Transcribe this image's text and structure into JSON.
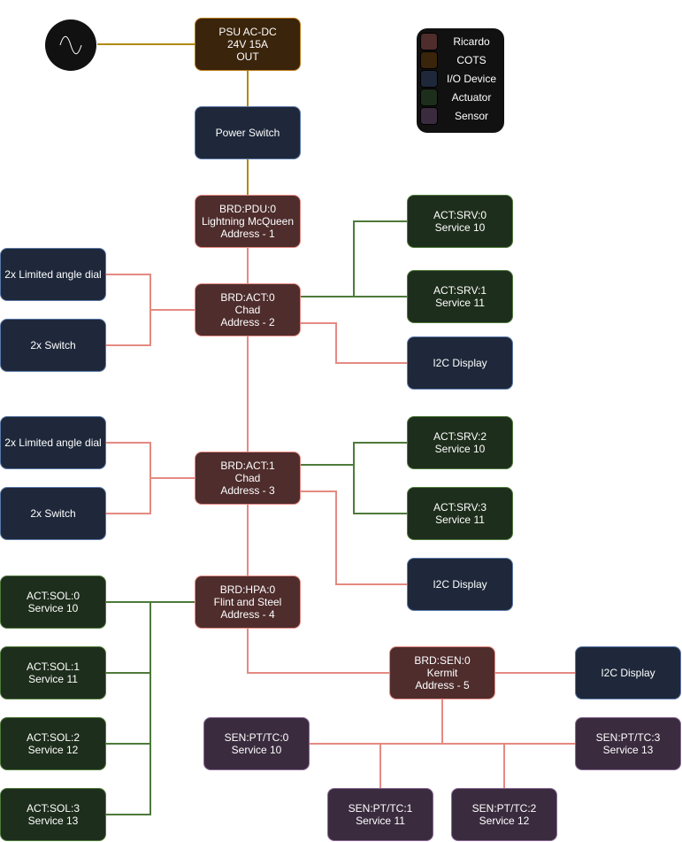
{
  "diagram": {
    "legend": [
      {
        "key": "ricardo",
        "label": "Ricardo"
      },
      {
        "key": "cots",
        "label": "COTS"
      },
      {
        "key": "io",
        "label": "I/O Device"
      },
      {
        "key": "actuator",
        "label": "Actuator"
      },
      {
        "key": "sensor",
        "label": "Sensor"
      }
    ],
    "colors": {
      "ricardo_fill": "#4f2d2d",
      "ricardo_border": "#e48a82",
      "cots_fill": "#3a240b",
      "cots_border": "#b87a1a",
      "io_fill": "#1e283a",
      "io_border": "#5a78a8",
      "actuator_fill": "#1e2e1c",
      "actuator_border": "#4e7a3a",
      "sensor_fill": "#3a2c3e",
      "sensor_border": "#8a6a96",
      "power_wire": "#b08a10",
      "can_wire": "#e48a82",
      "actuator_wire": "#4e7a3a"
    },
    "ac_source": {
      "icon": "sine-wave-icon"
    },
    "nodes": {
      "psu": {
        "type": "cots",
        "lines": [
          "PSU AC-DC",
          "24V 15A",
          "OUT"
        ]
      },
      "power_switch": {
        "type": "io",
        "lines": [
          "Power Switch"
        ]
      },
      "pdu": {
        "type": "ricardo",
        "lines": [
          "BRD:PDU:0",
          "Lightning McQueen",
          "Address - 1"
        ]
      },
      "act0": {
        "type": "ricardo",
        "lines": [
          "BRD:ACT:0",
          "Chad",
          "Address - 2"
        ]
      },
      "act0_dial": {
        "type": "io",
        "lines": [
          "2x Limited angle dial"
        ]
      },
      "act0_switch": {
        "type": "io",
        "lines": [
          "2x Switch"
        ]
      },
      "srv0": {
        "type": "actuator",
        "lines": [
          "ACT:SRV:0",
          "Service 10"
        ]
      },
      "srv1": {
        "type": "actuator",
        "lines": [
          "ACT:SRV:1",
          "Service 11"
        ]
      },
      "act0_display": {
        "type": "io",
        "lines": [
          "I2C Display"
        ]
      },
      "act1": {
        "type": "ricardo",
        "lines": [
          "BRD:ACT:1",
          "Chad",
          "Address - 3"
        ]
      },
      "act1_dial": {
        "type": "io",
        "lines": [
          "2x Limited angle dial"
        ]
      },
      "act1_switch": {
        "type": "io",
        "lines": [
          "2x Switch"
        ]
      },
      "srv2": {
        "type": "actuator",
        "lines": [
          "ACT:SRV:2",
          "Service 10"
        ]
      },
      "srv3": {
        "type": "actuator",
        "lines": [
          "ACT:SRV:3",
          "Service 11"
        ]
      },
      "act1_display": {
        "type": "io",
        "lines": [
          "I2C Display"
        ]
      },
      "hpa": {
        "type": "ricardo",
        "lines": [
          "BRD:HPA:0",
          "Flint and Steel",
          "Address - 4"
        ]
      },
      "sol0": {
        "type": "actuator",
        "lines": [
          "ACT:SOL:0",
          "Service 10"
        ]
      },
      "sol1": {
        "type": "actuator",
        "lines": [
          "ACT:SOL:1",
          "Service 11"
        ]
      },
      "sol2": {
        "type": "actuator",
        "lines": [
          "ACT:SOL:2",
          "Service 12"
        ]
      },
      "sol3": {
        "type": "actuator",
        "lines": [
          "ACT:SOL:3",
          "Service 13"
        ]
      },
      "sen": {
        "type": "ricardo",
        "lines": [
          "BRD:SEN:0",
          "Kermit",
          "Address - 5"
        ]
      },
      "sen_display": {
        "type": "io",
        "lines": [
          "I2C Display"
        ]
      },
      "ptc0": {
        "type": "sensor",
        "lines": [
          "SEN:PT/TC:0",
          "Service 10"
        ]
      },
      "ptc1": {
        "type": "sensor",
        "lines": [
          "SEN:PT/TC:1",
          "Service 11"
        ]
      },
      "ptc2": {
        "type": "sensor",
        "lines": [
          "SEN:PT/TC:2",
          "Service 12"
        ]
      },
      "ptc3": {
        "type": "sensor",
        "lines": [
          "SEN:PT/TC:3",
          "Service 13"
        ]
      }
    },
    "connections": [
      {
        "from": "ac_source",
        "to": "psu",
        "kind": "power"
      },
      {
        "from": "psu",
        "to": "power_switch",
        "kind": "power"
      },
      {
        "from": "power_switch",
        "to": "pdu",
        "kind": "power"
      },
      {
        "from": "pdu",
        "to": "act0",
        "kind": "can"
      },
      {
        "from": "act0",
        "to": "act1",
        "kind": "can"
      },
      {
        "from": "act1",
        "to": "hpa",
        "kind": "can"
      },
      {
        "from": "hpa",
        "to": "sen",
        "kind": "can"
      },
      {
        "from": "act0_dial",
        "to": "act0",
        "kind": "can"
      },
      {
        "from": "act0_switch",
        "to": "act0",
        "kind": "can"
      },
      {
        "from": "act0",
        "to": "srv0",
        "kind": "actuator"
      },
      {
        "from": "act0",
        "to": "srv1",
        "kind": "actuator"
      },
      {
        "from": "act0",
        "to": "act0_display",
        "kind": "can"
      },
      {
        "from": "act1_dial",
        "to": "act1",
        "kind": "can"
      },
      {
        "from": "act1_switch",
        "to": "act1",
        "kind": "can"
      },
      {
        "from": "act1",
        "to": "srv2",
        "kind": "actuator"
      },
      {
        "from": "act1",
        "to": "srv3",
        "kind": "actuator"
      },
      {
        "from": "act1",
        "to": "act1_display",
        "kind": "can"
      },
      {
        "from": "hpa",
        "to": "sol0",
        "kind": "actuator"
      },
      {
        "from": "hpa",
        "to": "sol1",
        "kind": "actuator"
      },
      {
        "from": "hpa",
        "to": "sol2",
        "kind": "actuator"
      },
      {
        "from": "hpa",
        "to": "sol3",
        "kind": "actuator"
      },
      {
        "from": "sen",
        "to": "sen_display",
        "kind": "can"
      },
      {
        "from": "sen",
        "to": "ptc0",
        "kind": "can"
      },
      {
        "from": "sen",
        "to": "ptc1",
        "kind": "can"
      },
      {
        "from": "sen",
        "to": "ptc2",
        "kind": "can"
      },
      {
        "from": "sen",
        "to": "ptc3",
        "kind": "can"
      }
    ]
  }
}
